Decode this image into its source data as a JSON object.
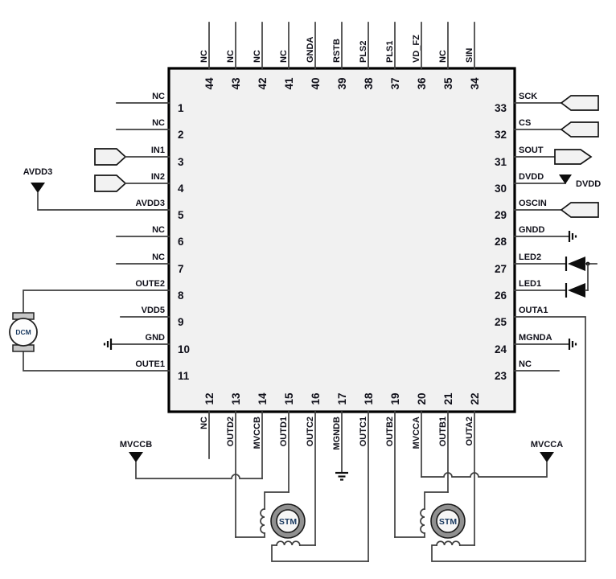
{
  "pins": {
    "left": [
      {
        "num": "1",
        "name": "NC"
      },
      {
        "num": "2",
        "name": "NC"
      },
      {
        "num": "3",
        "name": "IN1"
      },
      {
        "num": "4",
        "name": "IN2"
      },
      {
        "num": "5",
        "name": "AVDD3"
      },
      {
        "num": "6",
        "name": "NC"
      },
      {
        "num": "7",
        "name": "NC"
      },
      {
        "num": "8",
        "name": "OUTE2"
      },
      {
        "num": "9",
        "name": "VDD5"
      },
      {
        "num": "10",
        "name": "GND"
      },
      {
        "num": "11",
        "name": "OUTE1"
      }
    ],
    "right": [
      {
        "num": "33",
        "name": "SCK"
      },
      {
        "num": "32",
        "name": "CS"
      },
      {
        "num": "31",
        "name": "SOUT"
      },
      {
        "num": "30",
        "name": "DVDD"
      },
      {
        "num": "29",
        "name": "OSCIN"
      },
      {
        "num": "28",
        "name": "GNDD"
      },
      {
        "num": "27",
        "name": "LED2"
      },
      {
        "num": "26",
        "name": "LED1"
      },
      {
        "num": "25",
        "name": "OUTA1"
      },
      {
        "num": "24",
        "name": "MGNDA"
      },
      {
        "num": "23",
        "name": "NC"
      }
    ],
    "top": [
      {
        "num": "44",
        "name": "NC"
      },
      {
        "num": "43",
        "name": "NC"
      },
      {
        "num": "42",
        "name": "NC"
      },
      {
        "num": "41",
        "name": "NC"
      },
      {
        "num": "40",
        "name": "GNDA"
      },
      {
        "num": "39",
        "name": "RSTB"
      },
      {
        "num": "38",
        "name": "PLS2"
      },
      {
        "num": "37",
        "name": "PLS1"
      },
      {
        "num": "36",
        "name": "VD_FZ"
      },
      {
        "num": "35",
        "name": "NC"
      },
      {
        "num": "34",
        "name": "SIN"
      }
    ],
    "bottom": [
      {
        "num": "12",
        "name": "NC"
      },
      {
        "num": "13",
        "name": "OUTD2"
      },
      {
        "num": "14",
        "name": "MVCCB"
      },
      {
        "num": "15",
        "name": "OUTD1"
      },
      {
        "num": "16",
        "name": "OUTC2"
      },
      {
        "num": "17",
        "name": "MGNDB"
      },
      {
        "num": "18",
        "name": "OUTC1"
      },
      {
        "num": "19",
        "name": "OUTB2"
      },
      {
        "num": "20",
        "name": "MVCCA"
      },
      {
        "num": "21",
        "name": "OUTB1"
      },
      {
        "num": "22",
        "name": "OUTA2"
      }
    ]
  },
  "external": {
    "avdd3_rail": "AVDD3",
    "dvdd_rail": "DVDD",
    "mvccb_rail": "MVCCB",
    "mvcca_rail": "MVCCA",
    "dc_motor": "DCM",
    "stepper_motor_1": "STM",
    "stepper_motor_2": "STM"
  },
  "colors": {
    "wire": "#3f3f3f",
    "text": "#10101a",
    "motor_text": "#17375e",
    "chip_fill": "#f1f1f1",
    "connector_fill": "#f2f2f2",
    "motor_ring": "#909090"
  }
}
